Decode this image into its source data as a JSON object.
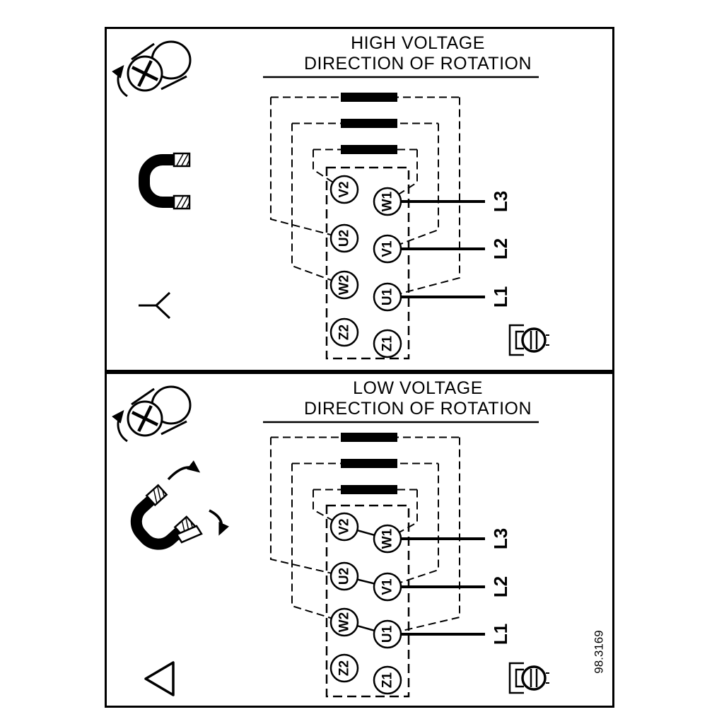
{
  "figure_number": "98.3169",
  "colors": {
    "ink": "#000000",
    "paper": "#ffffff"
  },
  "icons": {
    "screw": "screw-rotation-icon",
    "jumper": "jumper-link-icon",
    "star": "star-connection-icon",
    "delta": "delta-connection-icon",
    "ground": "ground-screw-icon"
  },
  "panels": [
    {
      "id": "high-voltage",
      "title": "HIGH VOLTAGE",
      "subtitle": "DIRECTION OF ROTATION",
      "connection": "star",
      "terminals": [
        "V2",
        "U2",
        "W2",
        "Z2",
        "W1",
        "V1",
        "U1",
        "Z1"
      ],
      "supply_lines": [
        "L3",
        "L2",
        "L1"
      ]
    },
    {
      "id": "low-voltage",
      "title": "LOW VOLTAGE",
      "subtitle": "DIRECTION OF ROTATION",
      "connection": "delta",
      "terminals": [
        "V2",
        "U2",
        "W2",
        "Z2",
        "W1",
        "V1",
        "U1",
        "Z1"
      ],
      "supply_lines": [
        "L3",
        "L2",
        "L1"
      ]
    }
  ]
}
